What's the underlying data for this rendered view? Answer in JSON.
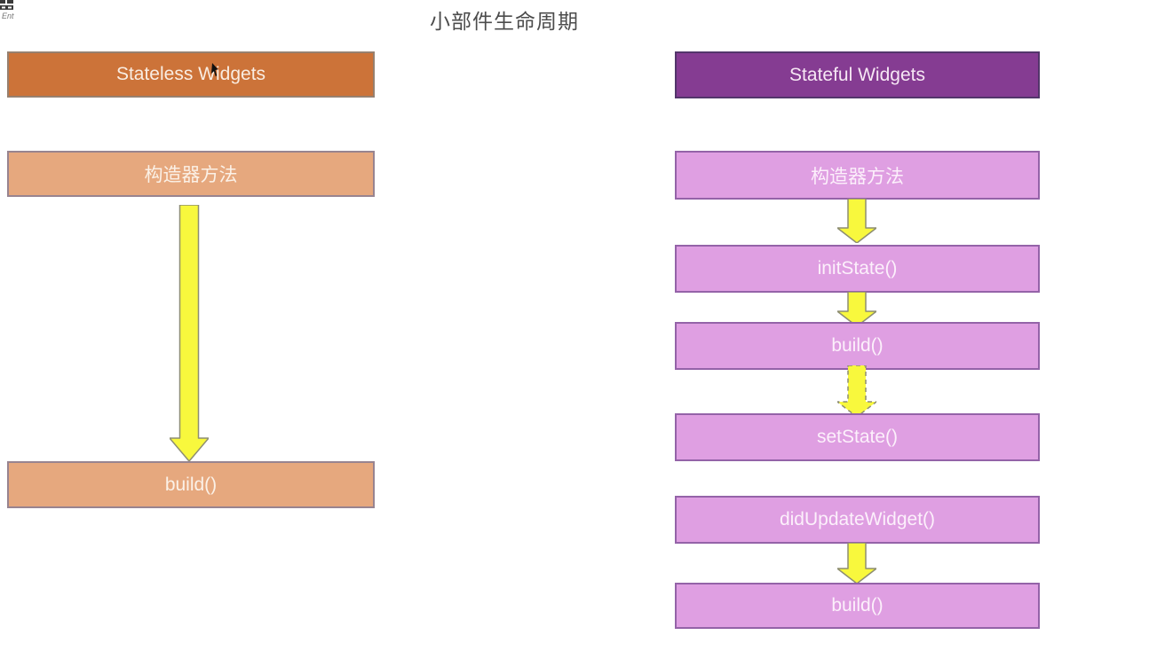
{
  "title": "小部件生命周期",
  "watermark": {
    "text": "Ent"
  },
  "stateless": {
    "header": "Stateless Widgets",
    "steps": [
      "构造器方法",
      "build()"
    ]
  },
  "stateful": {
    "header": "Stateful Widgets",
    "steps": [
      "构造器方法",
      "initState()",
      "build()",
      "setState()",
      "didUpdateWidget()",
      "build()"
    ]
  },
  "colors": {
    "stateless_header_fill": "#cc7339",
    "stateless_box_fill": "#e6a87e",
    "stateful_header_fill": "#853c92",
    "stateful_header_border": "#53356b",
    "stateful_box_fill": "#df9fe2",
    "stateful_box_border": "#9463a8",
    "arrow_fill": "#f8f83d",
    "arrow_outline": "#8e8e72",
    "title_text": "#4c4c4c",
    "box_text": "#ffffff"
  }
}
